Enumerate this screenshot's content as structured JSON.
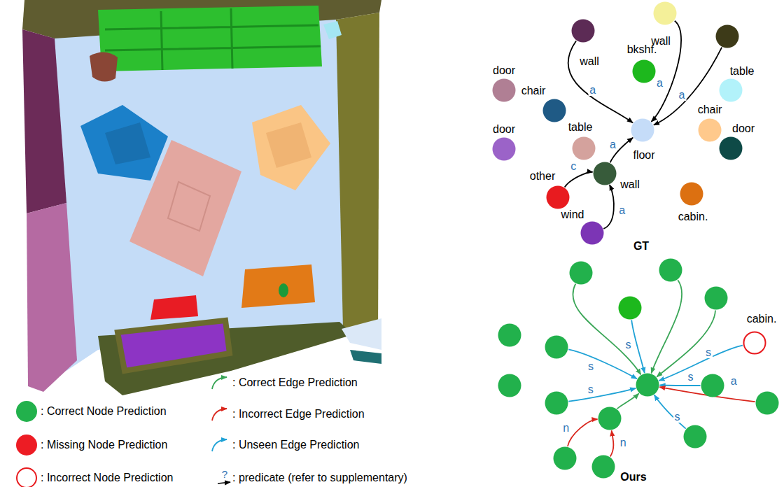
{
  "diagram": {
    "nodes": [
      {
        "text": [
          "door"
        ]
      },
      {
        "text": [
          "chair"
        ]
      },
      {
        "text": [
          "door"
        ]
      },
      {
        "text": [
          "table"
        ]
      },
      {
        "text": [
          "wall"
        ]
      },
      {
        "text": [
          "bkshf."
        ]
      },
      {
        "text": [
          "wall"
        ]
      },
      {
        "text": []
      },
      {
        "text": [
          "floor"
        ]
      },
      {
        "text": [
          "table"
        ]
      },
      {
        "text": [
          "chair"
        ]
      },
      {
        "text": [
          "door"
        ]
      },
      {
        "text": [
          "wall"
        ]
      },
      {
        "text": [
          "other"
        ]
      },
      {
        "text": [
          "wind"
        ]
      },
      {
        "text": [
          "cabin."
        ]
      },
      {
        "text": []
      },
      {
        "text": []
      },
      {
        "text": []
      },
      {
        "text": []
      },
      {
        "text": []
      },
      {
        "text": []
      },
      {
        "text": [
          "cabin."
        ]
      },
      {
        "text": []
      },
      {
        "text": []
      },
      {
        "text": []
      },
      {
        "text": []
      },
      {
        "text": []
      },
      {
        "text": []
      },
      {
        "text": []
      },
      {
        "text": []
      },
      {
        "text": []
      }
    ],
    "edges": [
      {
        "from": 4,
        "to": 8,
        "arrow": "to",
        "label": "a"
      },
      {
        "from": 6,
        "to": 8,
        "arrow": "to",
        "label": "a"
      },
      {
        "from": 7,
        "to": 8,
        "arrow": "to",
        "label": "a"
      },
      {
        "from": 12,
        "to": 8,
        "arrow": "to",
        "label": "a"
      },
      {
        "from": 13,
        "to": 12,
        "arrow": "to",
        "label": "c"
      },
      {
        "from": 14,
        "to": 12,
        "arrow": "to",
        "label": "a"
      },
      {
        "from": 16,
        "to": 23,
        "arrow": "to"
      },
      {
        "from": 17,
        "to": 23,
        "arrow": "to",
        "label": "s"
      },
      {
        "from": 18,
        "to": 23,
        "arrow": "to"
      },
      {
        "from": 19,
        "to": 23,
        "arrow": "to"
      },
      {
        "from": 21,
        "to": 23,
        "arrow": "to",
        "label": "s"
      },
      {
        "from": 22,
        "to": 23,
        "arrow": "to",
        "label": "s"
      },
      {
        "from": 25,
        "to": 23,
        "arrow": "to",
        "label": "s"
      },
      {
        "from": 26,
        "to": 23,
        "arrow": "to",
        "label": "s"
      },
      {
        "from": 27,
        "to": 23,
        "arrow": "to",
        "label": "a"
      },
      {
        "from": 28,
        "to": 23,
        "arrow": "to",
        "label": "s"
      },
      {
        "from": 29,
        "to": 23,
        "arrow": "to"
      },
      {
        "from": 30,
        "to": 29,
        "arrow": "to",
        "label": "n"
      },
      {
        "from": 31,
        "to": 29,
        "arrow": "to",
        "label": "n"
      }
    ],
    "labels": [
      "GT",
      "Ours",
      "?"
    ],
    "legend": [
      {
        "text": ": Correct Node Prediction",
        "color": "#22b14c"
      },
      {
        "text": ": Missing Node Prediction",
        "color": "#ed1c24"
      },
      {
        "text": ": Incorrect Node Prediction"
      },
      {
        "text": ": Correct Edge Prediction"
      },
      {
        "text": ": Incorrect Edge Prediction"
      },
      {
        "text": ": Unseen Edge Prediction"
      },
      {
        "text": ": predicate (refer to supplementary)"
      }
    ]
  }
}
